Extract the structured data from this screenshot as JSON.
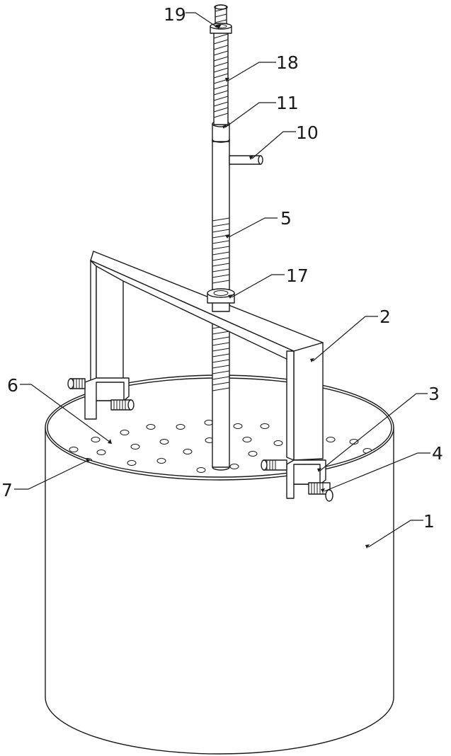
{
  "diagram": {
    "labels": {
      "l1": "1",
      "l2": "2",
      "l3": "3",
      "l4": "4",
      "l5": "5",
      "l6": "6",
      "l7": "7",
      "l10": "10",
      "l11": "11",
      "l17": "17",
      "l18": "18",
      "l19": "19"
    }
  }
}
